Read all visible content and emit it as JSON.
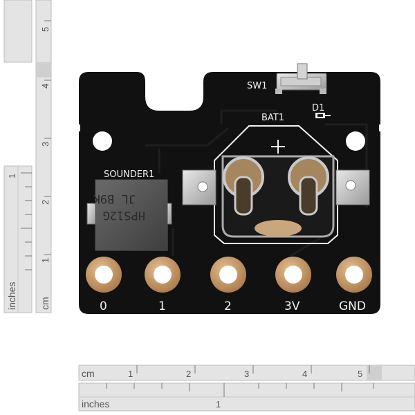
{
  "board": {
    "labels": {
      "switch": "SW1",
      "led": "D1",
      "battery": "BAT1",
      "sounder": "SOUNDER1",
      "pad_0": "0",
      "pad_1": "1",
      "pad_2": "2",
      "pad_3v": "3V",
      "pad_gnd": "GND"
    },
    "sounder_markings": [
      "JL B9K",
      "HPS12G"
    ]
  },
  "ruler_vertical_left": {
    "unit": "inches",
    "ticks": [
      "1",
      "2"
    ]
  },
  "ruler_vertical_right": {
    "unit": "cm",
    "ticks": [
      "1",
      "2",
      "3",
      "4",
      "5"
    ]
  },
  "ruler_horizontal_top": {
    "unit": "cm",
    "ticks": [
      "1",
      "2",
      "3",
      "4",
      "5"
    ]
  },
  "ruler_horizontal_bottom": {
    "unit": "inches",
    "ticks": [
      "1"
    ]
  },
  "colors": {
    "pcb": "#111111",
    "copper_pad": "#c79a6a",
    "silkscreen": "#f2f2f2",
    "metal": "#b8b8b8",
    "ruler_bg": "#e4e4e4"
  }
}
